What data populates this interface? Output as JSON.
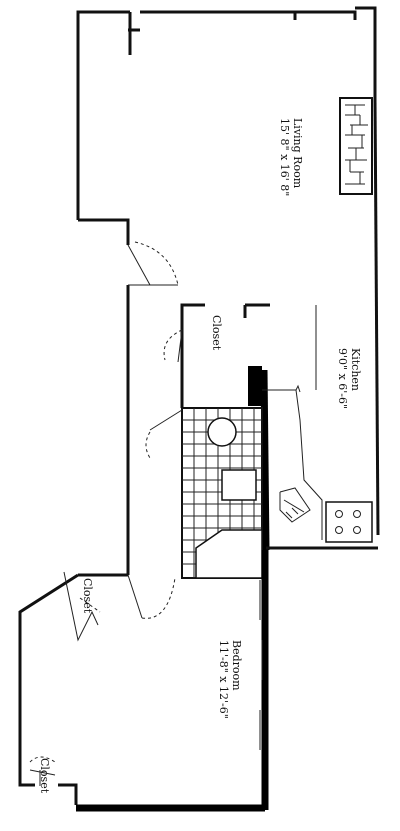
{
  "rooms": {
    "living": {
      "name": "Living Room",
      "size": "15' 8\" x 16' 8\""
    },
    "kitchen": {
      "name": "Kitchen",
      "size": "9'0\" x 6'-6\""
    },
    "bedroom": {
      "name": "Bedroom",
      "size": "11'-8\" x 12'-6\""
    },
    "closet_hall": {
      "name": "Closet"
    },
    "closet_bed_left": {
      "name": "Closet"
    },
    "closet_bed_bottom": {
      "name": "Closet"
    }
  }
}
